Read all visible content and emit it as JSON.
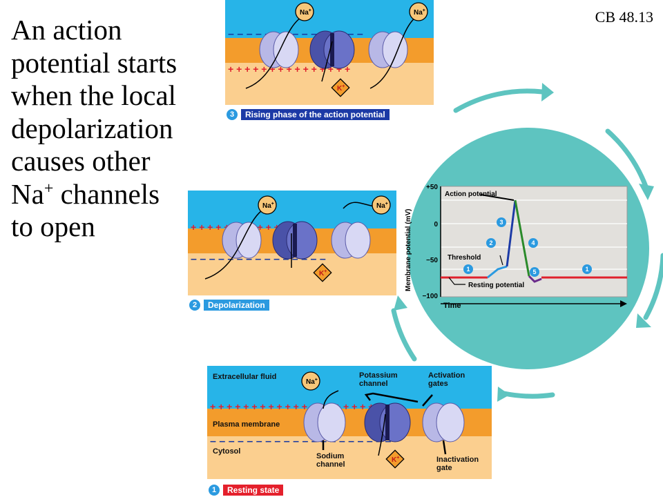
{
  "slide": {
    "title_lines": [
      "An action",
      "potential starts",
      "when the local",
      "depolarization",
      "causes other",
      "Na",
      "channels",
      "to open"
    ],
    "title_superscript": "+",
    "code": "CB 48.13"
  },
  "panels": {
    "rising": {
      "number": "3",
      "caption": "Rising phase of the action potential"
    },
    "depolarization": {
      "number": "2",
      "caption": "Depolarization"
    },
    "resting": {
      "number": "1",
      "caption": "Resting state",
      "labels": {
        "extracellular": "Extracellular fluid",
        "membrane": "Plasma membrane",
        "cytosol": "Cytosol",
        "potassium": "Potassium channel",
        "activation": "Activation gates",
        "sodium": "Sodium channel",
        "inactivation": "Inactivation gate"
      }
    }
  },
  "ions": {
    "sodium": "Na",
    "potassium": "K",
    "sup": "+"
  },
  "graph": {
    "ylabel": "Membrane potential (mV)",
    "xlabel": "Time",
    "ticks": [
      "+50",
      "0",
      "−50",
      "−100"
    ],
    "labels": {
      "action": "Action potential",
      "threshold": "Threshold",
      "resting": "Resting potential"
    },
    "phase_markers": [
      "1",
      "2",
      "3",
      "4",
      "5",
      "1"
    ]
  },
  "colors": {
    "fluid": "#27b4e8",
    "membrane": "#f39c2c",
    "cytosol": "#fbcf8f",
    "cycle": "#5ec4c0",
    "rising_caption": "#1c3aa6",
    "depolarization_caption": "#2b9ae0",
    "resting_caption": "#e4202c"
  }
}
